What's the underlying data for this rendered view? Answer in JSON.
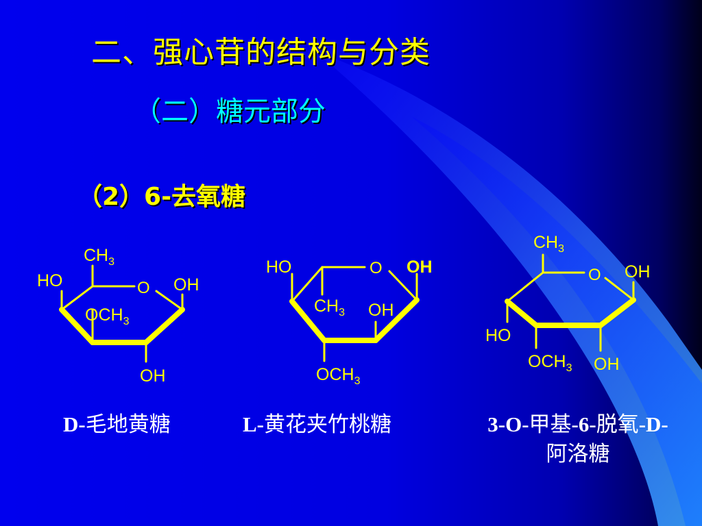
{
  "slide": {
    "title": "二、强心苷的结构与分类",
    "subtitle": "（二）糖元部分",
    "section_num": "（2）6-",
    "section_text": "去氧糖",
    "colors": {
      "background": "#0000ee",
      "title": "#ffff00",
      "subtitle": "#00ffff",
      "bonds": "#ffff00",
      "captions": "#ffffff"
    }
  },
  "structures": [
    {
      "labels": {
        "ch3": "CH",
        "ch3_sub": "3",
        "ho": "HO",
        "o": "O",
        "oh1": "OH",
        "och3": "OCH",
        "och3_sub": "3",
        "oh4": "OH"
      },
      "caption_prefix": "D-",
      "caption": "毛地黄糖"
    },
    {
      "labels": {
        "ho": "HO",
        "o": "O",
        "oh1": "OH",
        "ch3": "CH",
        "ch3_sub": "3",
        "oh2": "OH",
        "och3": "OCH",
        "och3_sub": "3"
      },
      "caption_prefix": "L-",
      "caption": "黄花夹竹桃糖"
    },
    {
      "labels": {
        "ch3": "CH",
        "ch3_sub": "3",
        "o": "O",
        "oh1": "OH",
        "ho": "HO",
        "och3": "OCH",
        "och3_sub": "3",
        "oh2": "OH"
      },
      "caption_line1_prefix": "3-O-",
      "caption_line1_a": "甲基",
      "caption_line1_b": "-6-",
      "caption_line1_c": "脱氧",
      "caption_line1_d": "-D-",
      "caption_line2": "阿洛糖"
    }
  ]
}
